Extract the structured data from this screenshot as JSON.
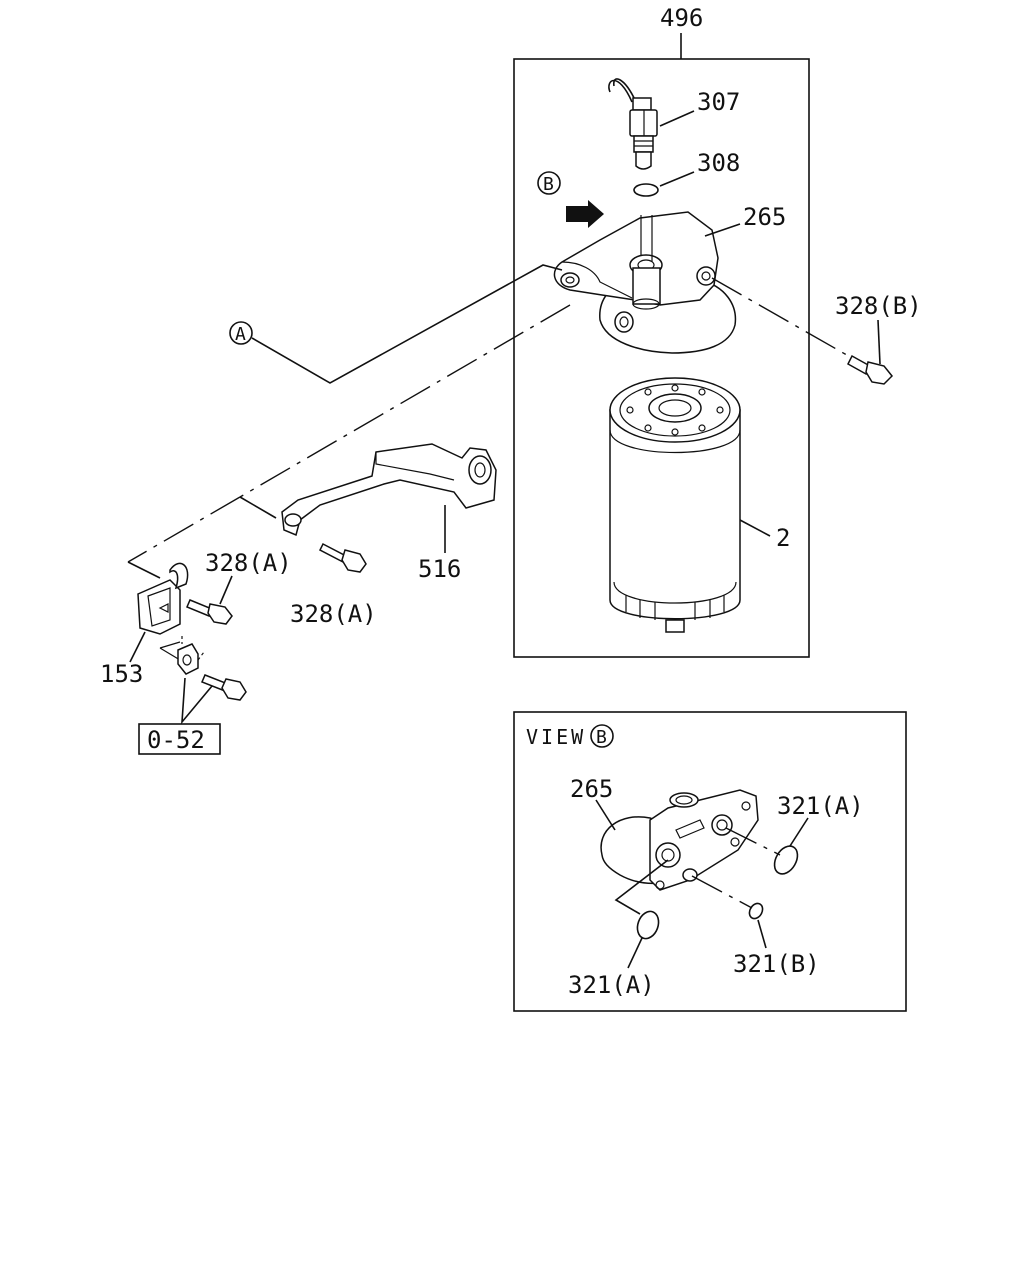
{
  "diagram": {
    "callouts": {
      "assembly": "496",
      "sensor": "307",
      "sensor_oring": "308",
      "filter_head": "265",
      "bolt_b": "328(B)",
      "filter_element": "2",
      "bracket": "516",
      "bolt_a_upper": "328(A)",
      "bolt_a_lower": "328(A)",
      "clamp": "153",
      "reference": "0-52"
    },
    "markers": {
      "view_arrow": "B",
      "connection": "A"
    },
    "view_panel": {
      "title": "VIEW",
      "title_marker": "B",
      "head_label": "265",
      "oring_a_upper": "321(A)",
      "oring_a_lower": "321(A)",
      "oring_b": "321(B)"
    }
  }
}
